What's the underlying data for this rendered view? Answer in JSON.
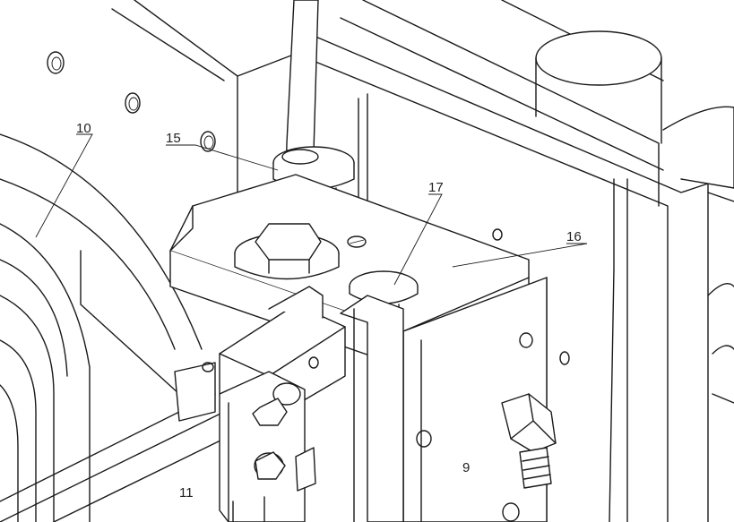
{
  "labels": {
    "l10": "10",
    "l15": "15",
    "l17": "17",
    "l16": "16",
    "l9": "9",
    "l11": "11"
  }
}
